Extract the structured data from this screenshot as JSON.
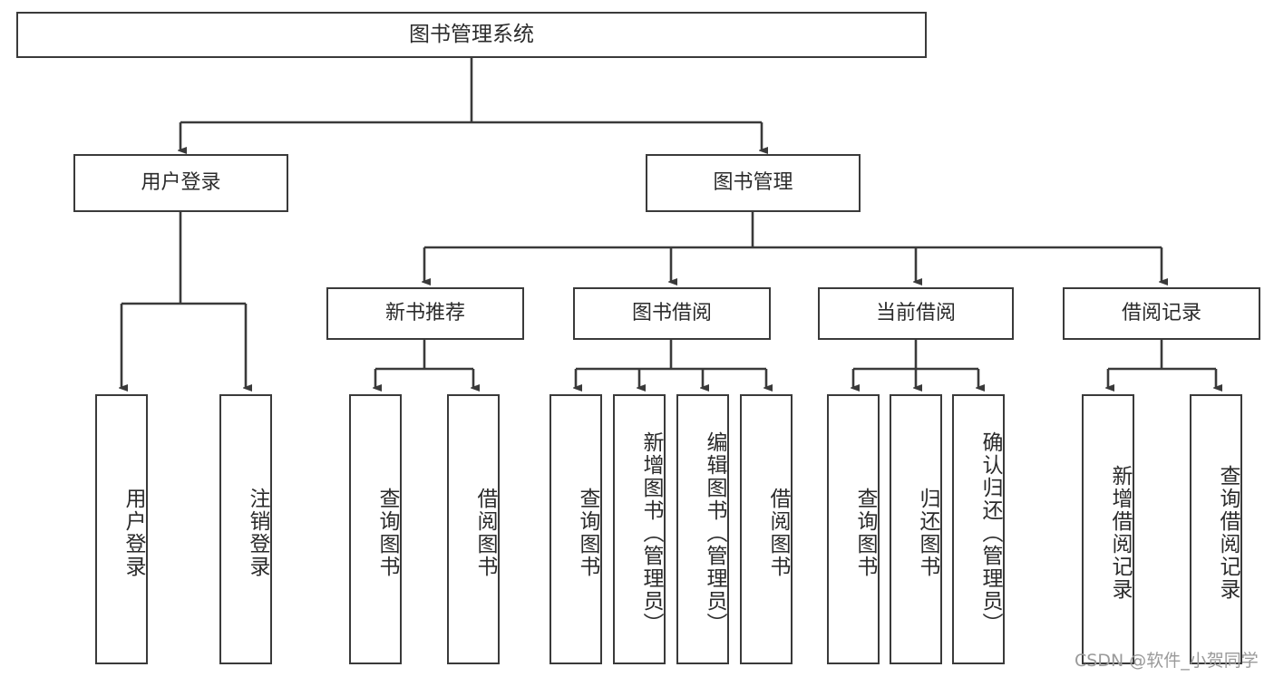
{
  "diagram": {
    "type": "tree",
    "title": "图书管理系统",
    "colors": {
      "box_border": "#3a3a3a",
      "box_fill": "#ffffff",
      "line": "#3a3a3a",
      "text": "#2b2b2b",
      "watermark": "#9a9a9a",
      "background": "#ffffff"
    },
    "root": {
      "label": "图书管理系统"
    },
    "level2": [
      {
        "id": "user-login",
        "label": "用户登录"
      },
      {
        "id": "book-management",
        "label": "图书管理"
      }
    ],
    "level3": [
      {
        "id": "new-book-recommend",
        "label": "新书推荐",
        "parent": "book-management"
      },
      {
        "id": "book-borrow",
        "label": "图书借阅",
        "parent": "book-management"
      },
      {
        "id": "current-borrow",
        "label": "当前借阅",
        "parent": "book-management"
      },
      {
        "id": "borrow-record",
        "label": "借阅记录",
        "parent": "book-management"
      }
    ],
    "leaves": [
      {
        "id": "leaf-user-login",
        "label": "用户登录",
        "parent": "user-login"
      },
      {
        "id": "leaf-logout-login",
        "label": "注销登录",
        "parent": "user-login"
      },
      {
        "id": "leaf-query-book-1",
        "label": "查询图书",
        "parent": "new-book-recommend"
      },
      {
        "id": "leaf-borrow-book-1",
        "label": "借阅图书",
        "parent": "new-book-recommend"
      },
      {
        "id": "leaf-query-book-2",
        "label": "查询图书",
        "parent": "book-borrow"
      },
      {
        "id": "leaf-add-book-admin",
        "label": "新增图书（管理员）",
        "parent": "book-borrow"
      },
      {
        "id": "leaf-edit-book-admin",
        "label": "编辑图书（管理员）",
        "parent": "book-borrow"
      },
      {
        "id": "leaf-borrow-book-2",
        "label": "借阅图书",
        "parent": "book-borrow"
      },
      {
        "id": "leaf-query-book-3",
        "label": "查询图书",
        "parent": "current-borrow"
      },
      {
        "id": "leaf-return-book",
        "label": "归还图书",
        "parent": "current-borrow"
      },
      {
        "id": "leaf-confirm-return-admin",
        "label": "确认归还（管理员）",
        "parent": "current-borrow"
      },
      {
        "id": "leaf-add-borrow-record",
        "label": "新增借阅记录",
        "parent": "borrow-record"
      },
      {
        "id": "leaf-query-borrow-record",
        "label": "查询借阅记录",
        "parent": "borrow-record"
      }
    ],
    "watermark": "CSDN @软件_小贺同学"
  }
}
